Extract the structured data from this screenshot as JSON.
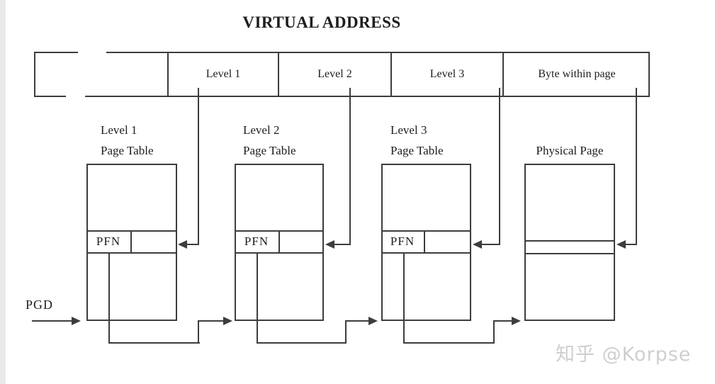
{
  "title": "VIRTUAL ADDRESS",
  "colors": {
    "line": "#3d3d3d",
    "text": "#1e1e1e",
    "watermark": "#cfcfcf",
    "background": "#ffffff"
  },
  "virtual_address_bar": {
    "segments": [
      {
        "label": ""
      },
      {
        "label": "Level 1"
      },
      {
        "label": "Level 2"
      },
      {
        "label": "Level 3"
      },
      {
        "label": "Byte within page"
      }
    ]
  },
  "page_tables": [
    {
      "name": "Level 1",
      "subtitle": "Page Table",
      "entry": "PFN"
    },
    {
      "name": "Level 2",
      "subtitle": "Page Table",
      "entry": "PFN"
    },
    {
      "name": "Level 3",
      "subtitle": "Page Table",
      "entry": "PFN"
    }
  ],
  "physical_page": {
    "name": "Physical Page"
  },
  "pgd": {
    "label": "PGD"
  },
  "watermark": {
    "text": "知乎 @Korpse"
  }
}
